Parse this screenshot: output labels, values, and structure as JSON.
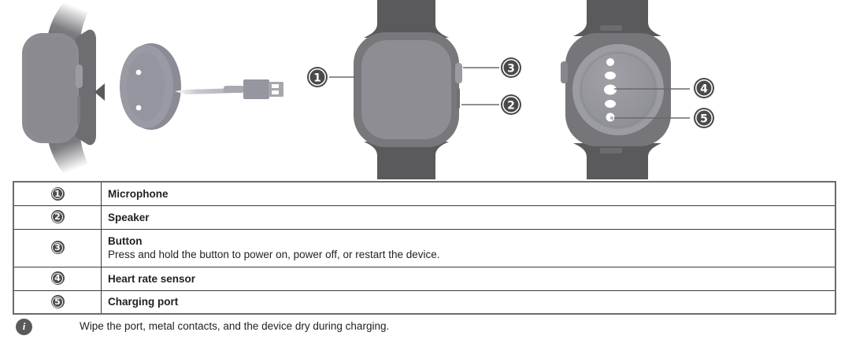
{
  "illustration": {
    "alt": "Smartwatch charging setup, front view and back view with numbered callouts",
    "colors": {
      "band": "#5a5a5c",
      "body": "#737378",
      "screen": "#8a8a90",
      "puck": "#8e8e99",
      "callout": "#4a4a4a",
      "contact": "#ffffff",
      "cable": "#b9b9bf"
    },
    "callouts": [
      {
        "number": "1",
        "target": "microphone"
      },
      {
        "number": "2",
        "target": "speaker"
      },
      {
        "number": "3",
        "target": "button"
      },
      {
        "number": "4",
        "target": "heart-rate-sensor"
      },
      {
        "number": "5",
        "target": "charging-port"
      }
    ],
    "arrow": "left-triangle-arrow"
  },
  "table": {
    "rows": [
      {
        "number": "1",
        "label": "Microphone",
        "description": ""
      },
      {
        "number": "2",
        "label": "Speaker",
        "description": ""
      },
      {
        "number": "3",
        "label": "Button",
        "description": "Press and hold the button to power on, power off, or restart the device."
      },
      {
        "number": "4",
        "label": "Heart rate sensor",
        "description": ""
      },
      {
        "number": "5",
        "label": "Charging port",
        "description": ""
      }
    ]
  },
  "note": {
    "icon": "info-icon",
    "text": "Wipe the port, metal contacts, and the device dry during charging."
  }
}
